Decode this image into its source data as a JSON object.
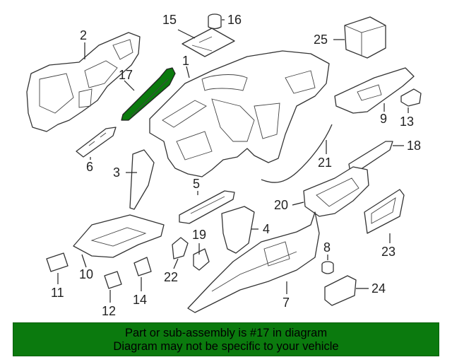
{
  "diagram": {
    "highlight_color": "#0b7a0e",
    "callouts": [
      {
        "id": "c1",
        "text": "1"
      },
      {
        "id": "c2",
        "text": "2"
      },
      {
        "id": "c3",
        "text": "3"
      },
      {
        "id": "c4",
        "text": "4"
      },
      {
        "id": "c5",
        "text": "5"
      },
      {
        "id": "c6",
        "text": "6"
      },
      {
        "id": "c7",
        "text": "7"
      },
      {
        "id": "c8",
        "text": "8"
      },
      {
        "id": "c9",
        "text": "9"
      },
      {
        "id": "c10",
        "text": "10"
      },
      {
        "id": "c11",
        "text": "11"
      },
      {
        "id": "c12",
        "text": "12"
      },
      {
        "id": "c13",
        "text": "13"
      },
      {
        "id": "c14",
        "text": "14"
      },
      {
        "id": "c15",
        "text": "15"
      },
      {
        "id": "c16",
        "text": "16"
      },
      {
        "id": "c17",
        "text": "17"
      },
      {
        "id": "c18",
        "text": "18"
      },
      {
        "id": "c19",
        "text": "19"
      },
      {
        "id": "c20",
        "text": "20"
      },
      {
        "id": "c21",
        "text": "21"
      },
      {
        "id": "c22",
        "text": "22"
      },
      {
        "id": "c23",
        "text": "23"
      },
      {
        "id": "c24",
        "text": "24"
      },
      {
        "id": "c25",
        "text": "25"
      }
    ]
  },
  "banner": {
    "line1": "Part or sub-assembly is #17 in diagram",
    "line2": "Diagram may not be specific to your vehicle",
    "background": "#0b7a0e"
  }
}
